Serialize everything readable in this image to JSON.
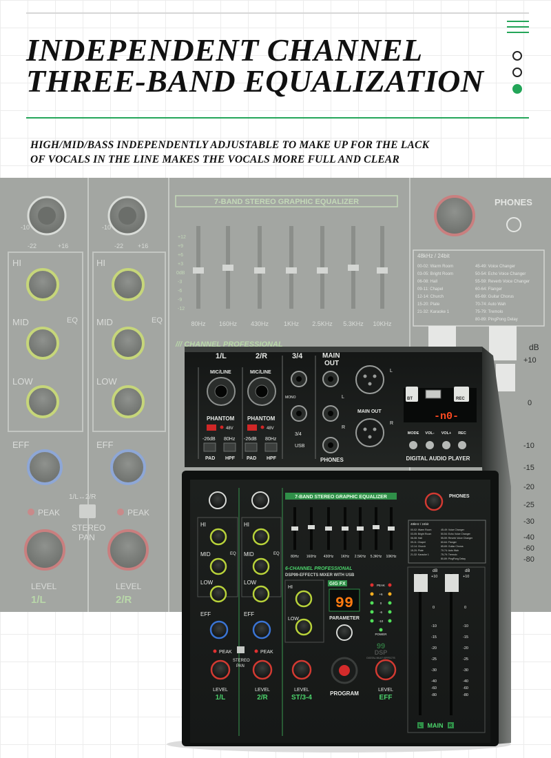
{
  "header": {
    "title_line1": "INDEPENDENT CHANNEL",
    "title_line2": "THREE-BAND EQUALIZATION",
    "subtitle_line1": "HIGH/MID/BASS INDEPENDENTLY ADJUSTABLE TO MAKE UP FOR THE LACK",
    "subtitle_line2": "OF VOCALS IN THE LINE MAKES THE VOCALS MORE FULL AND CLEAR"
  },
  "colors": {
    "accent": "#23a558",
    "panel": "#1c1f1d",
    "background_zoom": "#a3a6a2"
  },
  "mixer": {
    "top": {
      "ch1": "1/L",
      "ch2": "2/R",
      "ch34": "3/4",
      "main_out_1": "MAIN",
      "main_out_2": "OUT",
      "main_out_label": "MAIN OUT",
      "mic_line": "MIC/LINE",
      "phantom": "PHANTOM",
      "v48": "48V",
      "pad_db": "-26dB",
      "hpf_hz": "80Hz",
      "pad": "PAD",
      "hpf": "HPF",
      "mono": "MONO",
      "usb_34": "3/4",
      "usb": "USB",
      "phones": "PHONES",
      "l": "L",
      "r": "R",
      "l_small": "L",
      "r_small": "R",
      "bt": "BT",
      "rec": "REC",
      "display": "-n0-",
      "btn_mode": "MODE",
      "btn_vol_minus": "VOL-",
      "btn_vol_plus": "VOL+",
      "btn_rec": "REC",
      "player": "DIGITAL AUDIO PLAYER"
    },
    "front": {
      "eq_title": "7-BAND STEREO GRAPHIC EQUALIZER",
      "bands": [
        "80Hz",
        "160Hz",
        "430Hz",
        "1KHz",
        "2.5KHz",
        "5.3KHz",
        "10KHz"
      ],
      "phones": "PHONES",
      "hi": "HI",
      "mid": "MID",
      "low": "LOW",
      "eq": "EQ",
      "eff": "EFF",
      "peak": "PEAK",
      "stereo": "STEREO",
      "pan": "PAN",
      "level": "LEVEL",
      "ch1": "1/L",
      "ch2": "2/R",
      "st34": "ST/3-4",
      "eff_label": "EFF",
      "brand_line1": "6-CHANNEL PROFESSIONAL",
      "brand_line2": "DSP99-EFFECTS MIXER WITH USB",
      "gig_fx": "GIG FX",
      "effects_count": "99",
      "parameter": "PARAMETER",
      "program": "PROGRAM",
      "dsp": "DSP",
      "dsp_sub": "DIGITAL MULTI EFFECTS",
      "dsp_badge": "99",
      "fader_db": "dB",
      "main": "MAIN",
      "main_l": "L",
      "main_r": "R",
      "fader_scale": [
        "+10",
        "0",
        "-10",
        "-15",
        "-20",
        "-25",
        "-30",
        "-40",
        "-60",
        "-80"
      ],
      "meter": [
        "PEAK",
        "+6",
        "0",
        "-6",
        "-10",
        "POWER"
      ],
      "presets": [
        "00-02: Warm Room",
        "03-05: Bright Room",
        "06-08: Hall",
        "09-11: Chapel",
        "12-14: Church",
        "15-20: Plate",
        "21-32: Karaoke 1"
      ],
      "presets_b": [
        "45-49: Voice Changer",
        "50-54: Echo Voice Changer",
        "55-59: Reverb Voice Changer",
        "60-64: Flanger",
        "65-69: Guitar Chorus",
        "70-74: Auto Wah",
        "75-79: Tremolo",
        "80-89: PingPong Delay"
      ],
      "preset_head": "48kHz / 24bit"
    },
    "background": {
      "eq_title": "7-BAND STEREO GRAPHIC EQUALIZER",
      "bands": [
        "80Hz",
        "160Hz",
        "430Hz",
        "1KHz",
        "2.5KHz",
        "5.3KHz",
        "10KHz"
      ],
      "phones": "PHONES",
      "preset_head": "48kHz / 24bit",
      "presets": [
        "00-02: Warm Room",
        "03-05: Bright Room",
        "06-08: Hall",
        "09-11: Chapel",
        "12-14: Church",
        "15-20: Plate",
        "21-32: Karaoke 1"
      ],
      "presets_b": [
        "45-49: Voice Changer",
        "50-54: Echo Voice Changer",
        "55-59: Reverb Voice Changer",
        "60-64: Flanger",
        "65-69: Guitar Chorus",
        "70-74: Auto Wah",
        "75-79: Tremolo",
        "80-89: PingPong Delay"
      ],
      "hi": "HI",
      "mid": "MID",
      "low": "LOW",
      "eq": "EQ",
      "eff": "EFF",
      "peak": "PEAK",
      "stereo": "STEREO",
      "pan": "PAN",
      "level": "LEVEL",
      "ch1": "1/L",
      "ch2": "2/R",
      "pan_label": "1/L↔2/R",
      "brand": "/// CHANNEL PROFESSIONAL",
      "db": "dB",
      "scale": [
        "+10",
        "0",
        "-10",
        "-15",
        "-20",
        "-25",
        "-30",
        "-40",
        "-60",
        "-80"
      ],
      "eq_scale": [
        "+12",
        "+9",
        "+6",
        "+3",
        "0dB",
        "-3",
        "-6",
        "-9",
        "-12"
      ]
    }
  }
}
